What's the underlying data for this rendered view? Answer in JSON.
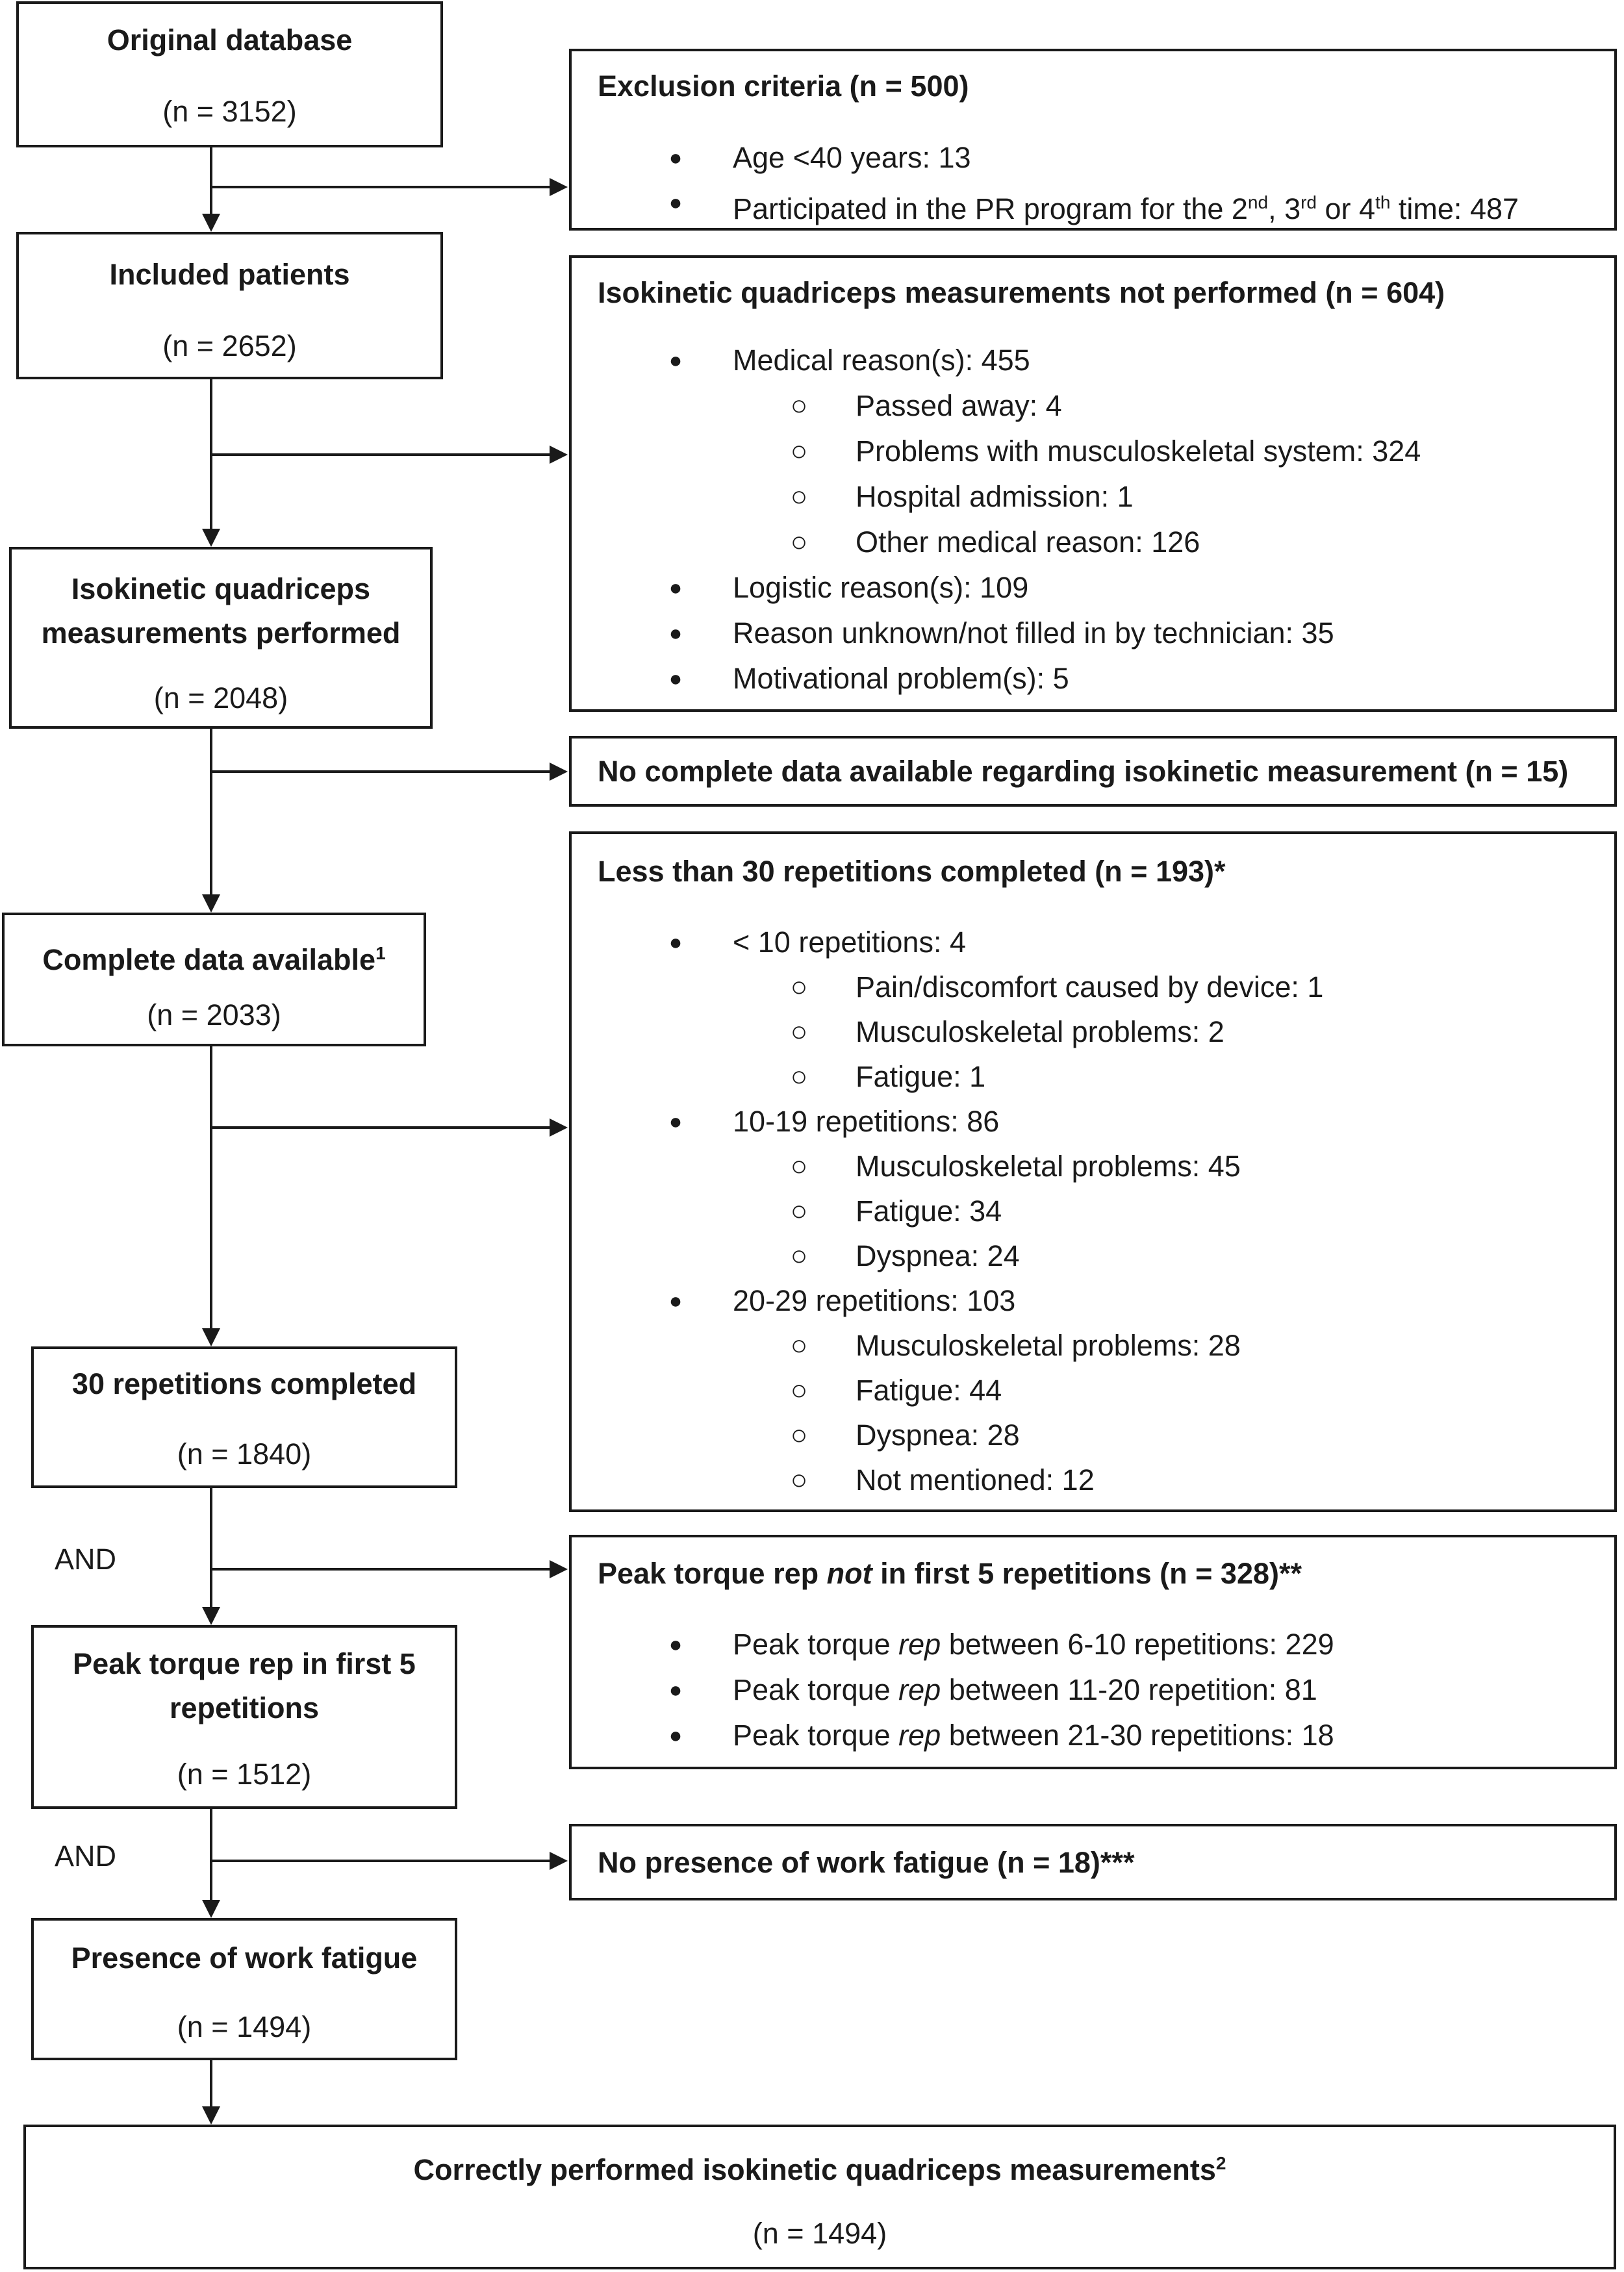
{
  "flow": {
    "original": {
      "title": "Original database",
      "count": "(n = 3152)"
    },
    "included": {
      "title": "Included patients",
      "count": "(n = 2652)"
    },
    "performed": {
      "title_line1": "Isokinetic quadriceps",
      "title_line2": "measurements performed",
      "count": "(n = 2048)"
    },
    "complete": {
      "title": "Complete data available",
      "sup": "1",
      "count": "(n = 2033)"
    },
    "reps30": {
      "title": "30 repetitions completed",
      "count": "(n = 1840)"
    },
    "peak": {
      "title_line1": "Peak torque rep in first 5",
      "title_line2": "repetitions",
      "count": "(n = 1512)"
    },
    "fatigue": {
      "title": "Presence of work fatigue",
      "count": "(n = 1494)"
    },
    "correct": {
      "title": "Correctly performed isokinetic quadriceps measurements",
      "sup": "2",
      "count": "(n = 1494)"
    },
    "and_label": "AND"
  },
  "exclusions": {
    "exclusion_criteria": {
      "title": "Exclusion criteria (n = 500)",
      "items": [
        {
          "text": "Age <40 years: 13"
        },
        {
          "pre": "Participated in the PR program for the 2",
          "s1": "nd",
          "m1": ", 3",
          "s2": "rd",
          "m2": " or 4",
          "s3": "th",
          "post": " time: 487"
        }
      ]
    },
    "not_performed": {
      "title": "Isokinetic quadriceps measurements not performed (n = 604)",
      "items": [
        {
          "level": 1,
          "text": "Medical reason(s): 455"
        },
        {
          "level": 2,
          "text": "Passed away: 4"
        },
        {
          "level": 2,
          "text": "Problems with musculoskeletal system: 324"
        },
        {
          "level": 2,
          "text": "Hospital admission: 1"
        },
        {
          "level": 2,
          "text": "Other medical reason: 126"
        },
        {
          "level": 1,
          "text": "Logistic reason(s): 109"
        },
        {
          "level": 1,
          "text": "Reason unknown/not filled in by technician: 35"
        },
        {
          "level": 1,
          "text": "Motivational problem(s): 5"
        }
      ]
    },
    "no_complete_data": {
      "title": "No complete data available regarding isokinetic measurement (n = 15)"
    },
    "less_than_30": {
      "title": "Less than 30 repetitions completed (n = 193)*",
      "items": [
        {
          "level": 1,
          "text": "< 10 repetitions: 4"
        },
        {
          "level": 2,
          "text": "Pain/discomfort caused by device: 1"
        },
        {
          "level": 2,
          "text": "Musculoskeletal problems: 2"
        },
        {
          "level": 2,
          "text": "Fatigue: 1"
        },
        {
          "level": 1,
          "text": "10-19 repetitions: 86"
        },
        {
          "level": 2,
          "text": "Musculoskeletal problems: 45"
        },
        {
          "level": 2,
          "text": "Fatigue: 34"
        },
        {
          "level": 2,
          "text": "Dyspnea: 24"
        },
        {
          "level": 1,
          "text": "20-29 repetitions: 103"
        },
        {
          "level": 2,
          "text": "Musculoskeletal problems: 28"
        },
        {
          "level": 2,
          "text": "Fatigue: 44"
        },
        {
          "level": 2,
          "text": "Dyspnea: 28"
        },
        {
          "level": 2,
          "text": "Not mentioned: 12"
        }
      ]
    },
    "peak_not_first5": {
      "title_pre": "Peak torque rep ",
      "title_em": "not",
      "title_post": " in first 5 repetitions (n = 328)**",
      "items": [
        {
          "pre": "Peak torque ",
          "em": "rep",
          "post": " between 6-10 repetitions: 229"
        },
        {
          "pre": "Peak torque ",
          "em": "rep",
          "post": " between 11-20 repetition: 81"
        },
        {
          "pre": "Peak torque ",
          "em": "rep",
          "post": " between 21-30 repetitions: 18"
        }
      ]
    },
    "no_work_fatigue": {
      "title": "No presence of work fatigue (n = 18)***"
    }
  }
}
